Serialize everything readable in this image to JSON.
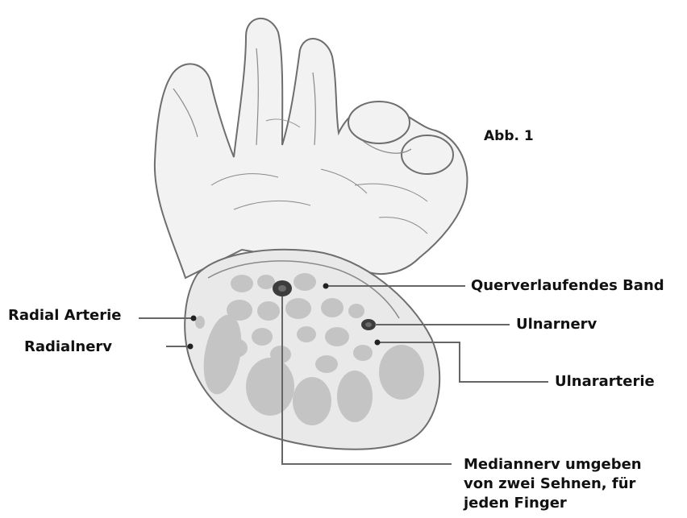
{
  "figure_label": "Abb. 1",
  "labels": {
    "band": "Querverlaufendes Band",
    "radial_arterie": "Radial Arterie",
    "ulnarnerv": "Ulnarnerv",
    "radialnerv": "Radialnerv",
    "ulnararterie": "Ulnararterie",
    "mediannerv": [
      "Mediannerv umgeben",
      "von zwei Sehnen, für",
      "jeden Finger"
    ]
  },
  "colors": {
    "outline": "#6e6e6e",
    "hand_fill": "#f2f2f2",
    "section_fill": "#e9e9e9",
    "tendon_fill": "#c4c4c4",
    "nerve_dark": "#3c3c3c",
    "leader_line": "#666666"
  }
}
